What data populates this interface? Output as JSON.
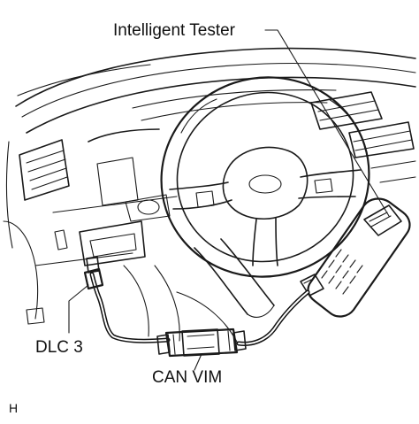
{
  "labels": {
    "intelligent_tester": "Intelligent Tester",
    "dlc3": "DLC 3",
    "can_vim": "CAN VIM",
    "figure_code": "H"
  }
}
